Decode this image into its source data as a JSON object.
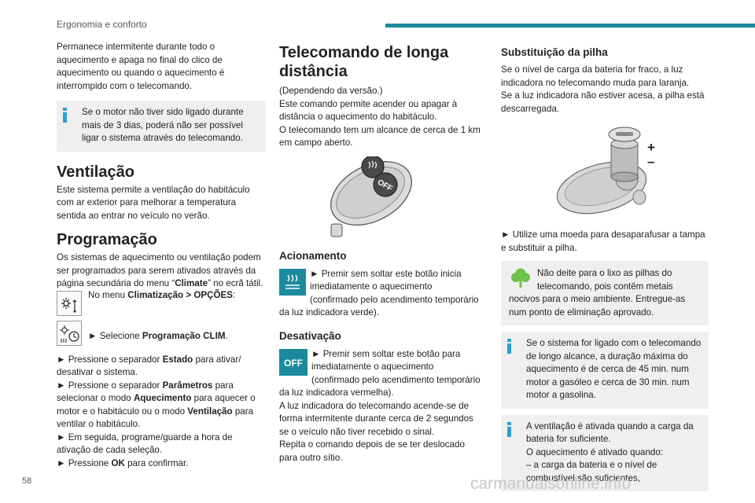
{
  "header": {
    "section_title": "Ergonomia e conforto"
  },
  "footer": {
    "page_number": "58",
    "watermark": "carmanualsonline.info"
  },
  "col1": {
    "intro": "Permanece intermitente durante todo o aquecimento e apaga no final do clico de aquecimento ou quando o aquecimento é interrompido com o telecomando.",
    "note1": "Se o motor não tiver sido ligado durante mais de 3 dias, poderá não ser possível ligar o sistema através do telecomando.",
    "ventilacao_title": "Ventilação",
    "ventilacao_text": "Este sistema permite a ventilação do habitáculo com ar exterior para melhorar a temperatura sentida ao entrar no veículo no verão.",
    "programacao_title": "Programação",
    "programacao_text_a": "Os sistemas de aquecimento ou ventilação podem ser programados para serem ativados através da página secundária do menu “",
    "programacao_text_bold": "Climate",
    "programacao_text_b": "” no ecrã tátil.",
    "menu_a": "No menu ",
    "menu_bold": "Climatização > OPÇÕES",
    "menu_b": ":",
    "select_a": "► Selecione ",
    "select_bold": "Programação CLIM",
    "select_b": ".",
    "step1_a": "► Pressione o separador ",
    "step1_bold": "Estado",
    "step1_b": " para ativar/ desativar o sistema.",
    "step2_a": "► Pressione o separador ",
    "step2_bold": "Parâmetros",
    "step2_b": " para selecionar o modo ",
    "step2_bold2": "Aquecimento",
    "step2_c": " para aquecer o motor e o habitáculo ou o modo ",
    "step2_bold3": "Ventilação",
    "step2_d": " para ventilar o habitáculo.",
    "step3": "► Em seguida, programe/guarde a hora de ativação de cada seleção.",
    "step4_a": "► Pressione ",
    "step4_bold": "OK",
    "step4_b": " para confirmar."
  },
  "col2": {
    "title": "Telecomando de longa distância",
    "intro": "(Dependendo da versão.)\nEste comando permite acender ou apagar à distância o aquecimento do habitáculo.\nO telecomando tem um alcance de cerca de 1 km em campo aberto.",
    "remote_off_label": "OFF",
    "acionamento_title": "Acionamento",
    "acionamento_text": "► Premir sem soltar este botão inicia imediatamente o aquecimento (confirmado pelo acendimento temporário da luz indicadora verde).",
    "desativacao_title": "Desativação",
    "off_icon_label": "OFF",
    "desativacao_text": "► Premir sem soltar este botão para imediatamente o aquecimento (confirmado pelo acendimento temporário da luz indicadora vermelha).\nA luz indicadora do telecomando acende-se de forma intermitente durante cerca de 2 segundos se o veículo não tiver recebido o sinal.\nRepita o comando depois de se ter deslocado para outro sítio."
  },
  "col3": {
    "title": "Substituição da pilha",
    "text": "Se o nível de carga da bateria for fraco, a luz indicadora no telecomando muda para laranja.\nSe a luz indicadora não estiver acesa, a pilha está descarregada.",
    "plus_label": "+",
    "minus_label": "–",
    "step": "► Utilize uma moeda para desaparafusar a tampa e substituir a pilha.",
    "eco_note": "Não deite para o lixo as pilhas do telecomando, pois contêm metais nocivos para o meio ambiente. Entregue-as num ponto de eliminação aprovado.",
    "note2": "Se o sistema for ligado com o telecomando de longo alcance, a duração máxima do aquecimento é de cerca de 45 min. num motor a gasóleo e cerca de 30 min. num motor a gasolina.",
    "note3": "A ventilação é ativada quando a carga da bateria for suficiente.\nO aquecimento é ativado quando:\n– a carga da bateria e o nível de combustível são suficientes,"
  }
}
